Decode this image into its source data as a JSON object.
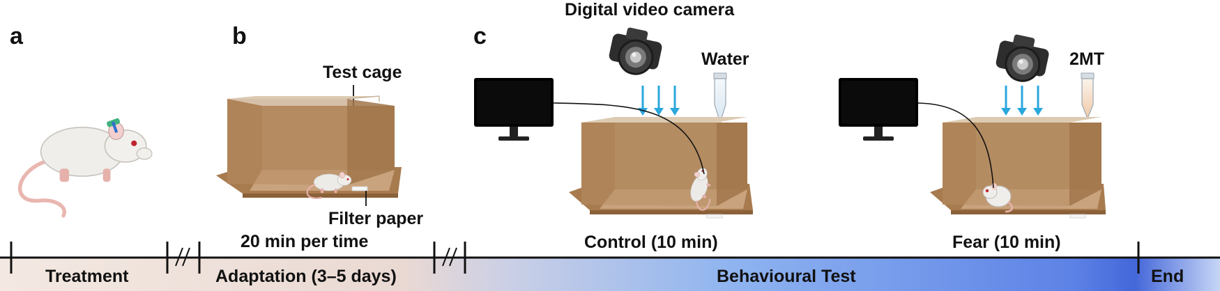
{
  "panels": {
    "a": {
      "letter": "a"
    },
    "b": {
      "letter": "b",
      "test_cage_label": "Test cage",
      "filter_paper_label": "Filter paper",
      "duration_label": "20 min per time"
    },
    "c": {
      "letter": "c",
      "camera_label": "Digital video camera",
      "water_label": "Water",
      "tmt_label": "2MT",
      "control_label": "Control (10 min)",
      "fear_label": "Fear (10 min)"
    }
  },
  "timeline": {
    "phases": {
      "treatment": "Treatment",
      "adaptation": "Adaptation (3–5 days)",
      "behavioural": "Behavioural Test",
      "end": "End"
    }
  },
  "colors": {
    "cage_wall": "#a87b4f",
    "cage_floor": "#9b6d42",
    "cage_top": "#d8c3a5",
    "arrow_blue": "#2aa7dd",
    "gradient_left": "#f1e6de",
    "gradient_mid": "#8fb1ef",
    "gradient_right": "#3f63db",
    "monitor": "#000000"
  },
  "icons": [
    "rat-icon",
    "camera-icon",
    "test-tube-icon",
    "monitor-icon",
    "cage-icon"
  ]
}
